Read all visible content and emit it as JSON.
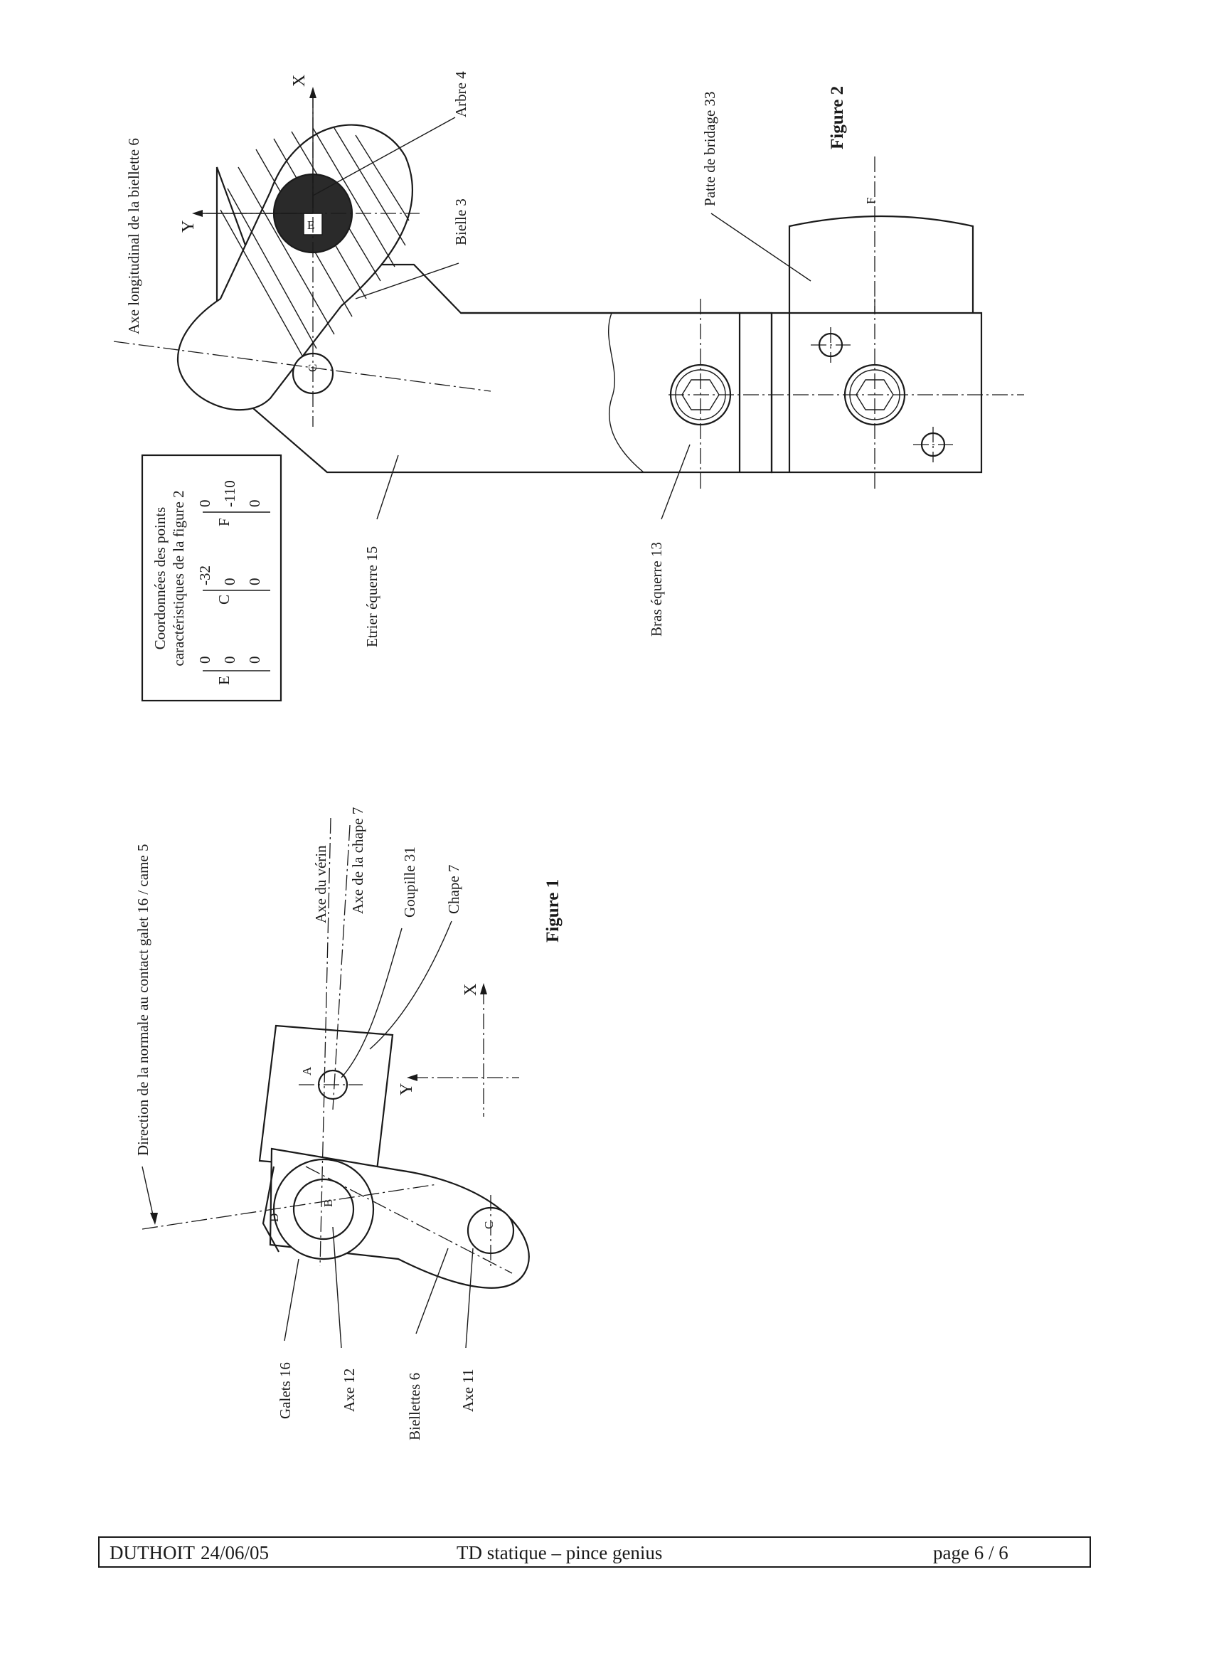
{
  "footer": {
    "author": "DUTHOIT",
    "date": "24/06/05",
    "title": "TD statique – pince genius",
    "page": "page 6 / 6"
  },
  "figure1": {
    "title": "Figure 1",
    "labels": {
      "direction_normale": "Direction de la normale au contact galet 16 / came 5",
      "axe_verin": "Axe du vérin",
      "axe_chape": "Axe de la chape 7",
      "goupille": "Goupille 31",
      "chape": "Chape 7",
      "galets": "Galets 16",
      "axe12": "Axe 12",
      "biellettes": "Biellettes 6",
      "axe11": "Axe 11"
    },
    "points": {
      "A": "A",
      "B": "B",
      "C": "C",
      "D": "D"
    },
    "axes": {
      "x": "X",
      "y": "Y"
    }
  },
  "figure2": {
    "title": "Figure 2",
    "labels": {
      "axe_longitudinal": "Axe longitudinal de la biellette 6",
      "arbre": "Arbre 4",
      "bielle": "Bielle 3",
      "patte": "Patte de bridage 33",
      "etrier": "Etrier équerre 15",
      "bras": "Bras équerre 13"
    },
    "points": {
      "E": "E",
      "C": "C",
      "F": "F"
    },
    "axes": {
      "x": "X",
      "y": "Y"
    },
    "coord_table": {
      "title_line1": "Coordonnées des points",
      "title_line2": "caractéristiques de la figure 2",
      "rows": [
        {
          "point": "E",
          "values": [
            "0",
            "0",
            "0"
          ]
        },
        {
          "point": "C",
          "values": [
            "-32",
            "0",
            "0"
          ]
        },
        {
          "point": "F",
          "values": [
            "0",
            "-110",
            "0"
          ]
        }
      ]
    }
  }
}
